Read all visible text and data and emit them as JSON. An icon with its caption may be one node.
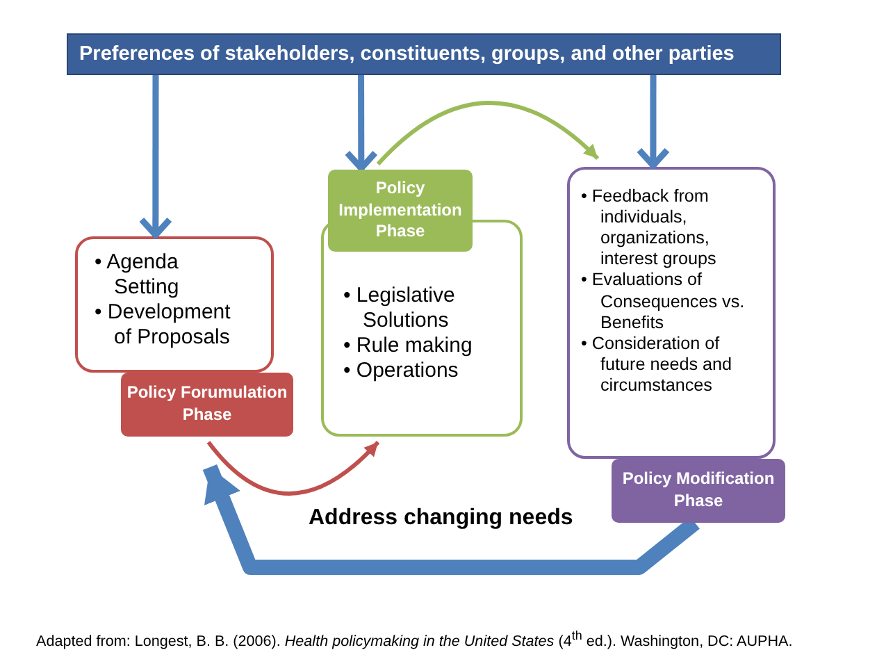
{
  "diagram": {
    "caption": "Adapted from: Longest, B. B. (2006). *Health policymaking in the United States* (4$^{th}$ ed.). Washington, DC: AUPHA.",
    "nodes": [
      {
        "text": [
          "Preferences of stakeholders, constituents, groups, and other parties"
        ]
      },
      {
        "text": [
          "• Agenda Setting",
          "• Development of Proposals"
        ]
      },
      {
        "text": [
          "Policy Forumulation Phase"
        ]
      },
      {
        "text": [
          "Policy Implementation Phase"
        ]
      },
      {
        "text": [
          "• Legislative Solutions",
          "• Rule making",
          "• Operations"
        ]
      },
      {
        "text": [
          "• Feedback from individuals, organizations, interest groups",
          "• Evaluations of Consequences vs. Benefits",
          "• Consideration of future needs and circumstances"
        ]
      },
      {
        "text": [
          "Policy Modification Phase"
        ]
      }
    ],
    "edges": [
      {
        "from": 0,
        "to": 1,
        "arrow": "to",
        "color": "#4f81bd"
      },
      {
        "from": 0,
        "to": 3,
        "arrow": "to",
        "color": "#4f81bd"
      },
      {
        "from": 0,
        "to": 5,
        "arrow": "to",
        "color": "#4f81bd"
      },
      {
        "from": 3,
        "to": 5,
        "arrow": "to",
        "color": "#9bbb59"
      },
      {
        "from": 2,
        "to": 4,
        "arrow": "to",
        "color": "#c0504d"
      },
      {
        "from": 6,
        "to": 2,
        "arrow": "to",
        "label": "Address changing needs",
        "style": "thick",
        "color": "#4f81bd"
      }
    ]
  }
}
